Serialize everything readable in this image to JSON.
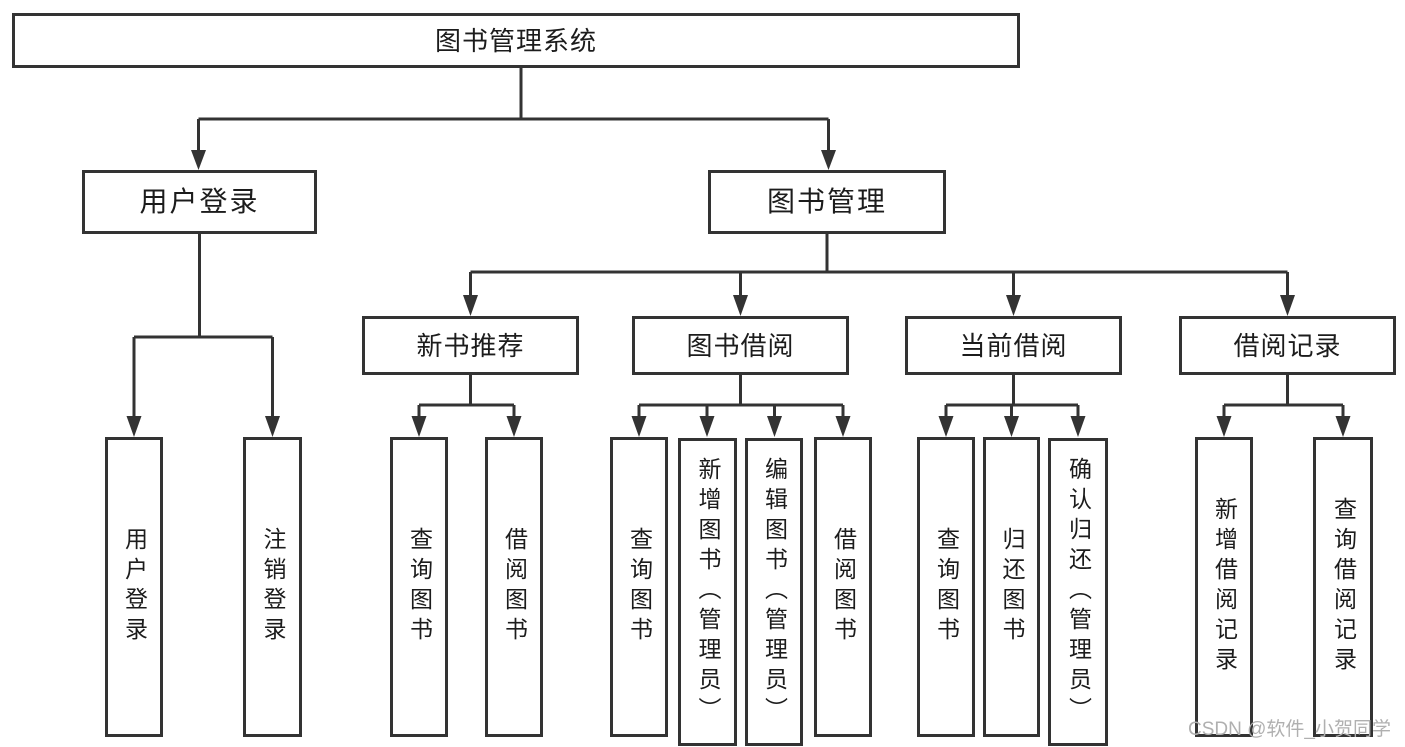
{
  "diagram": {
    "title": "图书管理系统",
    "branches": [
      {
        "label": "用户登录",
        "children": [
          {
            "label": "用户登录"
          },
          {
            "label": "注销登录"
          }
        ]
      },
      {
        "label": "图书管理",
        "children": [
          {
            "label": "新书推荐",
            "children": [
              {
                "label": "查询图书"
              },
              {
                "label": "借阅图书"
              }
            ]
          },
          {
            "label": "图书借阅",
            "children": [
              {
                "label": "查询图书"
              },
              {
                "label": "新增图书（管理员）"
              },
              {
                "label": "编辑图书（管理员）"
              },
              {
                "label": "借阅图书"
              }
            ]
          },
          {
            "label": "当前借阅",
            "children": [
              {
                "label": "查询图书"
              },
              {
                "label": "归还图书"
              },
              {
                "label": "确认归还（管理员）"
              }
            ]
          },
          {
            "label": "借阅记录",
            "children": [
              {
                "label": "新增借阅记录"
              },
              {
                "label": "查询借阅记录"
              }
            ]
          }
        ]
      }
    ]
  },
  "watermark": {
    "text": "CSDN @软件_小贺同学"
  },
  "colors": {
    "line": "#333333",
    "text": "#1c1c1c",
    "background": "#ffffff",
    "watermark": "#b0b0b0"
  }
}
